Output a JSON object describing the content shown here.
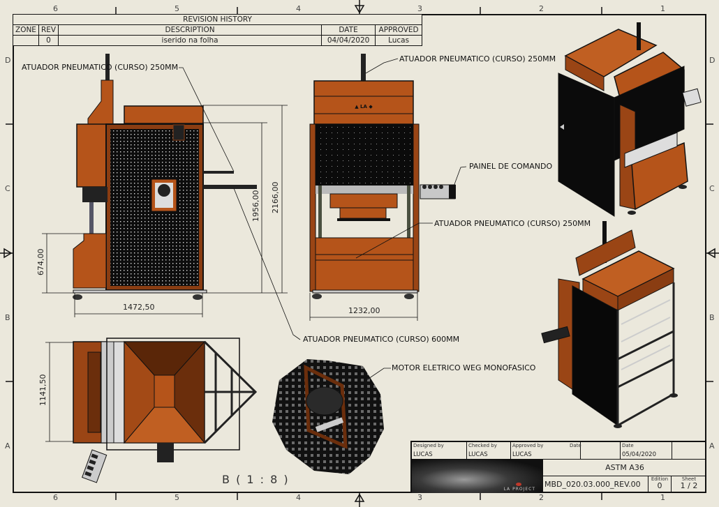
{
  "sheet": {
    "zone_numbers_top": [
      "6",
      "5",
      "4",
      "3",
      "2",
      "1"
    ],
    "zone_numbers_bottom": [
      "6",
      "5",
      "4",
      "3",
      "2",
      "1"
    ],
    "zone_letters_left": [
      "D",
      "C",
      "B",
      "A"
    ],
    "zone_letters_right": [
      "D",
      "C",
      "B",
      "A"
    ],
    "colors": {
      "background": "#ebe8dc",
      "part_orange": "#b5541a",
      "line": "#111111"
    }
  },
  "revision_history": {
    "title": "REVISION HISTORY",
    "headers": [
      "ZONE",
      "REV",
      "DESCRIPTION",
      "DATE",
      "APPROVED"
    ],
    "rows": [
      {
        "zone": "",
        "rev": "0",
        "description": "iserido na folha",
        "date": "04/04/2020",
        "approved": "Lucas"
      }
    ]
  },
  "callouts": {
    "side_actuator": "ATUADOR PNEUMATICO (CURSO) 250MM",
    "front_actuator_top": "ATUADOR PNEUMATICO (CURSO) 250MM",
    "control_panel": "PAINEL DE COMANDO",
    "front_actuator_mid": "ATUADOR PNEUMATICO (CURSO) 250MM",
    "actuator_600": "ATUADOR PNEUMATICO (CURSO) 600MM",
    "motor": "MOTOR ELETRICO WEG MONOFASICO"
  },
  "dimensions": {
    "side_height_674": "674,00",
    "side_width": "1472,50",
    "side_height_1956": "1956,00",
    "side_height_2166": "2166,00",
    "front_width": "1232,00",
    "top_depth": "1141,50"
  },
  "detail_view": {
    "label": "B ( 1 : 8 )"
  },
  "title_block": {
    "designed_by_label": "Designed by",
    "designed_by": "LUCAS",
    "checked_by_label": "Checked by",
    "checked_by": "LUCAS",
    "approved_by_label": "Approved by",
    "approved_by": "LUCAS",
    "date_label_1": "Date",
    "date_label_2": "Date",
    "date_value": "05/04/2020",
    "material": "ASTM A36",
    "drawing_number": "MBD_020.03.000_REV.00",
    "edition_label": "Edition",
    "edition": "0",
    "sheet_label": "Sheet",
    "sheet": "1 / 2",
    "logo_text": "LA PROJECT"
  }
}
